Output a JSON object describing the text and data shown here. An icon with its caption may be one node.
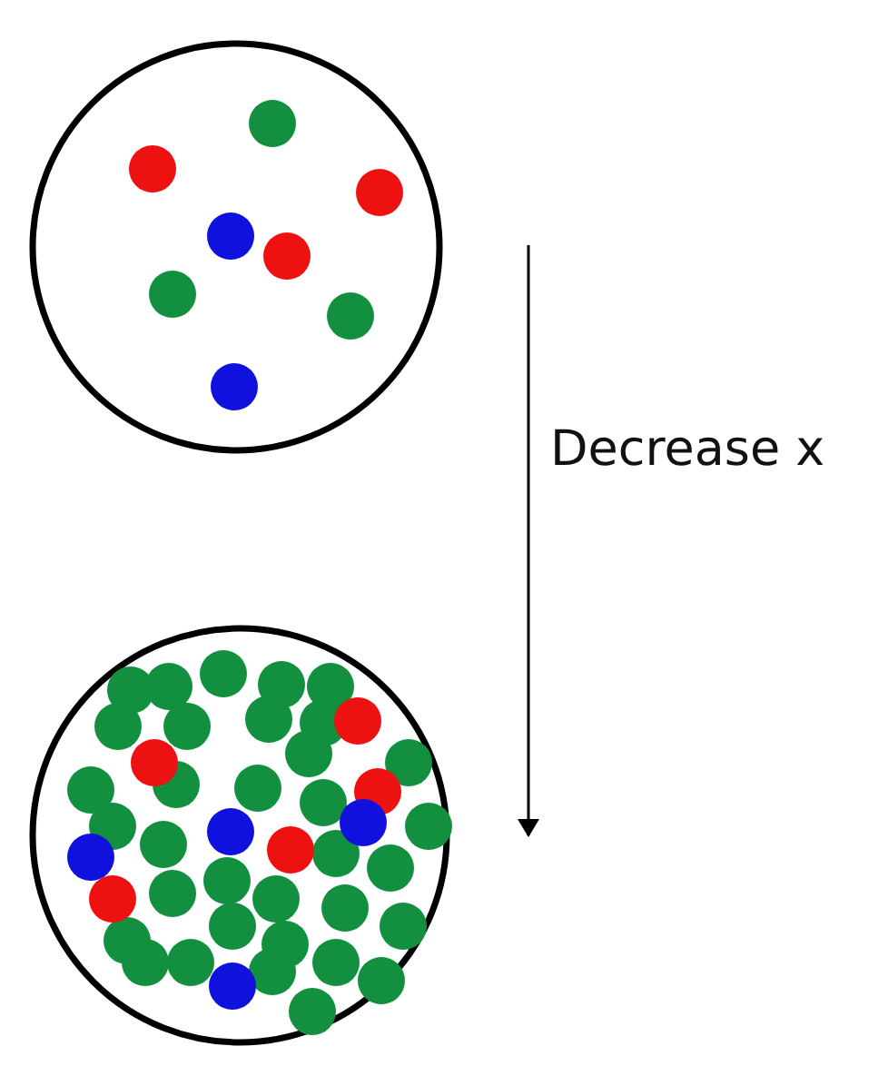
{
  "diagram": {
    "nodes": [
      {
        "text": [],
        "shape": "circle"
      },
      {
        "text": [],
        "shape": "circle"
      }
    ],
    "labels": [
      "Decrease x"
    ]
  }
}
